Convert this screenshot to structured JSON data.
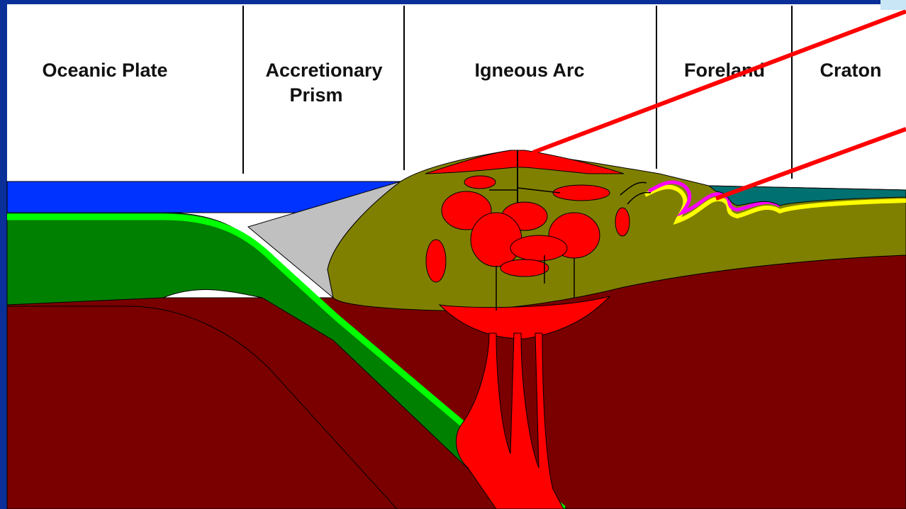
{
  "diagram": {
    "zones": [
      {
        "id": "oceanic-plate",
        "lines": [
          "Oceanic Plate"
        ]
      },
      {
        "id": "accretionary-prism",
        "lines": [
          "Accretionary",
          "Prism"
        ]
      },
      {
        "id": "igneous-arc",
        "lines": [
          "Igneous Arc"
        ]
      },
      {
        "id": "foreland",
        "lines": [
          "Foreland"
        ]
      },
      {
        "id": "craton",
        "lines": [
          "Craton"
        ]
      }
    ],
    "colors": {
      "frame": "#0a2f98",
      "sky": "#ffffff",
      "ocean": "#0033ff",
      "oceanic_crust": "#008000",
      "crust_top": "#00ff00",
      "mantle": "#7a0000",
      "continental_crust": "#808000",
      "prism": "#c0c0c0",
      "magma": "#ff0000",
      "pointer": "#ff0000",
      "strata_magenta": "#ff00ff",
      "strata_yellow": "#ffff00",
      "strata_teal": "#007070"
    }
  }
}
